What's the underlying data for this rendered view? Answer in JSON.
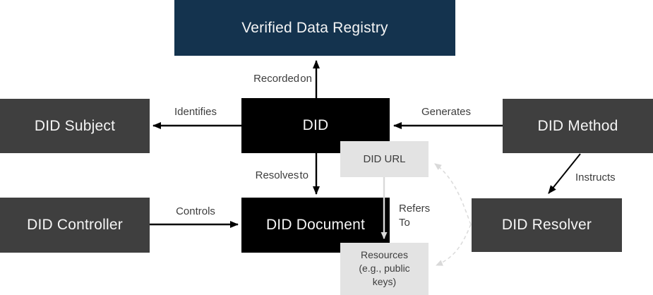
{
  "diagram": {
    "nodes": {
      "verified_data_registry": "Verified Data Registry",
      "did": "DID",
      "did_subject": "DID Subject",
      "did_method": "DID Method",
      "did_controller": "DID Controller",
      "did_document": "DID Document",
      "did_resolver": "DID Resolver",
      "did_url": "DID URL",
      "resources": {
        "lines": [
          "Resources",
          "(e.g., public",
          "keys)"
        ]
      }
    },
    "edge_labels": {
      "recorded_on": "Recorded on",
      "identifies": "Identifies",
      "generates": "Generates",
      "resolves_to": "Resolves to",
      "controls": "Controls",
      "instructs": "Instructs",
      "refers_to": "Refers To"
    },
    "colors": {
      "registry_bg": "#14334e",
      "primary_node_bg": "#000000",
      "secondary_node_bg": "#3f3f3f",
      "tertiary_node_bg": "#e3e3e3",
      "node_text": "#f5f5f5",
      "label_text": "#3d3d3d",
      "arrow_dark": "#000000",
      "arrow_light": "#d9d9d9",
      "dashed_curve": "#dcdcdc",
      "background": "#ffffff"
    }
  }
}
